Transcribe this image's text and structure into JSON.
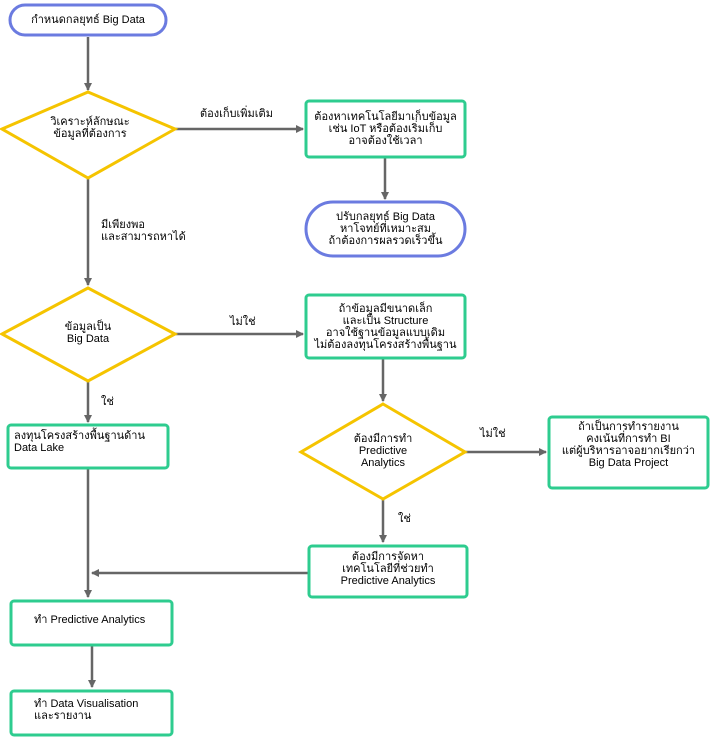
{
  "colors": {
    "start_border": "#6b7be0",
    "process_border": "#2ecc8f",
    "decision_border": "#f5c400",
    "arrow": "#666666"
  },
  "nodes": {
    "define_strategy": "กำหนดกลยุทธ์ Big Data",
    "analyze_data": "วิเคราะห์ลักษณะ\nข้อมูลที่ต้องการ",
    "find_tech": "ต้องหาเทคโนโลยีมาเก็บข้อมูล\nเช่น IoT หรือต้องเริ่มเก็บ\nอาจต้องใช้เวลา",
    "adjust_strategy": "ปรับกลยุทธ์ Big Data\nหาโจทย์ที่เหมาะสม\nถ้าต้องการผลรวดเร็วขึ้น",
    "is_big_data": "ข้อมูลเป็น\nBig Data",
    "small_structured": "ถ้าข้อมูลมีขนาดเล็ก\nและเป็น Structure\nอาจใช้ฐานข้อมูลแบบเดิม\nไม่ต้องลงทุนโครงสร้างพื้นฐาน",
    "invest_lake": "ลงทุนโครงสร้างพื้นฐานด้าน\nData Lake",
    "need_predictive": "ต้องมีการทำ\nPredictive\nAnalytics",
    "bi_report": "ถ้าเป็นการทำรายงาน\nคงเน้นที่การทำ BI\nแต่ผู้บริหารอาจอยากเรียกว่า\nBig Data Project",
    "procure_tech": "ต้องมีการจัดหา\nเทคโนโลยีที่ช่วยทำ\nPredictive Analytics",
    "do_predictive": "ทำ  Predictive Analytics",
    "do_visualisation": "ทำ  Data Visualisation\nและรายงาน"
  },
  "edge_labels": {
    "need_more_collection": "ต้องเก็บเพิ่มเติม",
    "sufficient": "มีเพียงพอ\nและสามารถหาได้",
    "no_1": "ไม่ใช่",
    "yes_1": "ใช่",
    "no_2": "ไม่ใช่",
    "yes_2": "ใช่"
  }
}
